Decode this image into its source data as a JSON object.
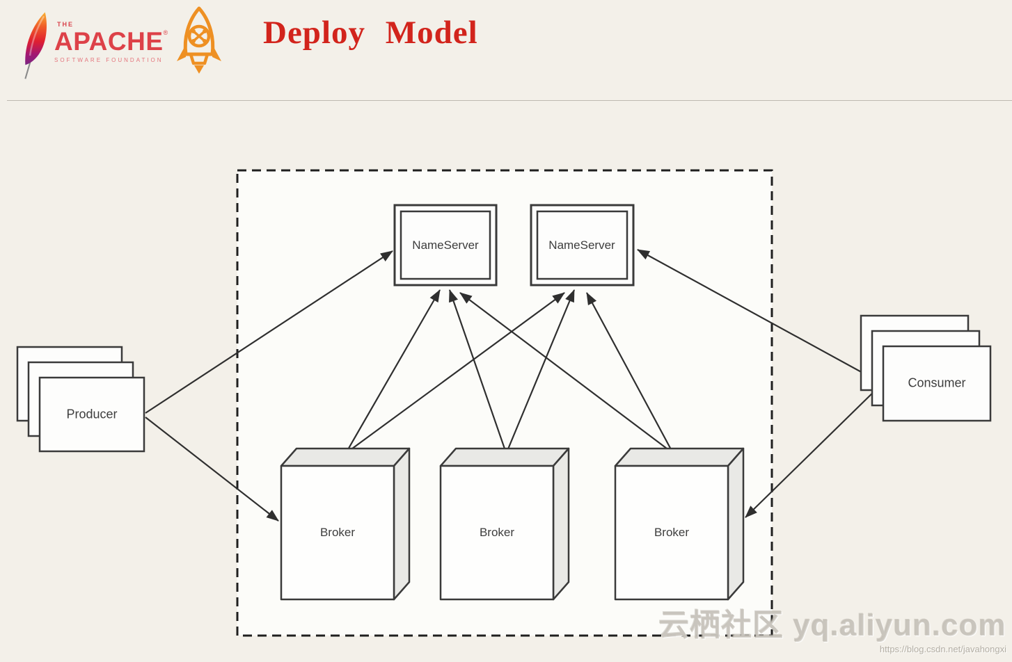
{
  "header": {
    "apache": {
      "the": "THE",
      "name": "APACHE",
      "reg": "®",
      "subtitle": "SOFTWARE FOUNDATION"
    },
    "title": "Deploy Model"
  },
  "diagram": {
    "nameservers": [
      {
        "label": "NameServer"
      },
      {
        "label": "NameServer"
      }
    ],
    "brokers": [
      {
        "label": "Broker"
      },
      {
        "label": "Broker"
      },
      {
        "label": "Broker"
      }
    ],
    "producer": {
      "label": "Producer"
    },
    "consumer": {
      "label": "Consumer"
    },
    "edges": [
      "Producer -> NameServer1",
      "Producer -> Broker1",
      "Broker1 -> NameServer1",
      "Broker1 -> NameServer2",
      "Broker2 -> NameServer1",
      "Broker2 -> NameServer2",
      "Broker3 -> NameServer1",
      "Broker3 -> NameServer2",
      "Consumer <-> NameServer2",
      "Consumer -> Broker3"
    ]
  },
  "watermark": {
    "main": "云栖社区 yq.aliyun.com",
    "sub": "https://blog.csdn.net/javahongxi"
  },
  "colors": {
    "background": "#f3f0e9",
    "canvas_fill": "#fcfcf9",
    "line": "#2f2f2f",
    "box_stroke": "#3a3a3a",
    "cube_side": "#e9e9e6",
    "title_red": "#d2241c",
    "apache_red": "#dd4148",
    "rocket_orange": "#ee9023"
  }
}
